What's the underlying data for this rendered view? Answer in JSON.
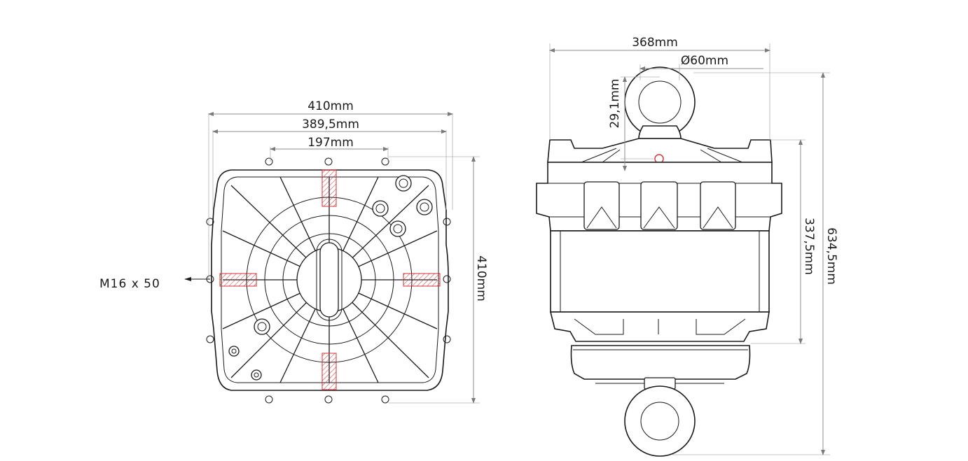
{
  "front_view": {
    "width_outer": "410mm",
    "width_mid": "389,5mm",
    "width_inner": "197mm",
    "height": "410mm",
    "bolt_callout": "M16 x 50"
  },
  "side_view": {
    "width": "368mm",
    "eye_diameter": "Ø60mm",
    "eye_offset": "29,1mm",
    "body_height": "337,5mm",
    "total_height": "634,5mm"
  },
  "colors": {
    "line": "#1a1a1a",
    "dimension": "#8c8c8c",
    "hatch": "#d03030"
  }
}
